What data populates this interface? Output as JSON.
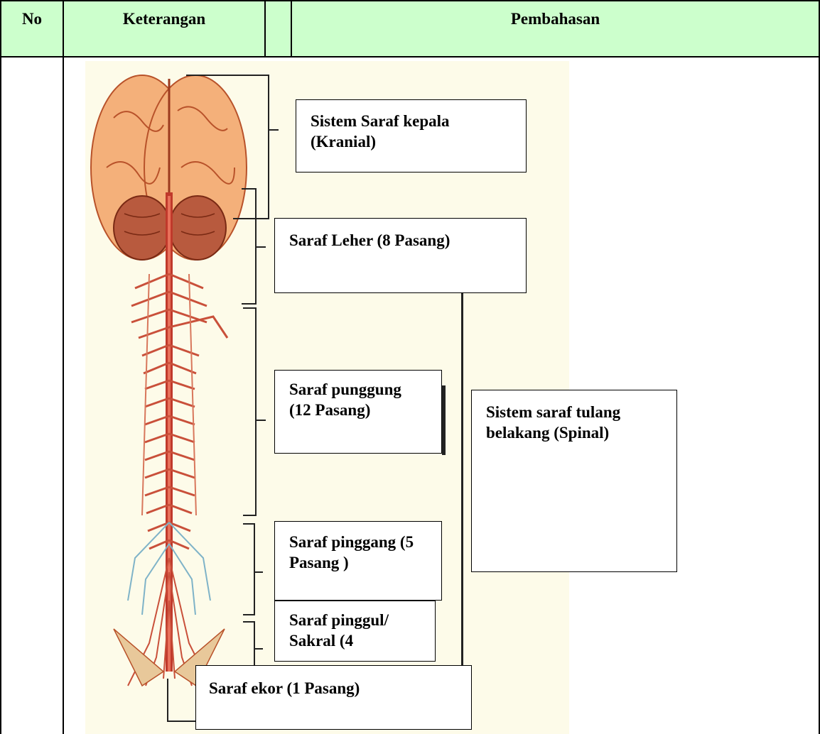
{
  "table": {
    "headers": {
      "no": "No",
      "keterangan": "Keterangan",
      "pembahasan": "Pembahasan"
    }
  },
  "diagram": {
    "labels": {
      "kranial": "Sistem Saraf kepala (Kranial)",
      "leher": "Saraf Leher (8 Pasang)",
      "punggung": "Saraf punggung (12 Pasang)",
      "spinal": "Sistem saraf tulang belakang (Spinal)",
      "pinggang": "Saraf pinggang (5 Pasang )",
      "pinggul": "Saraf pinggul/ Sakral (4",
      "ekor": "Saraf ekor (1 Pasang)"
    }
  }
}
